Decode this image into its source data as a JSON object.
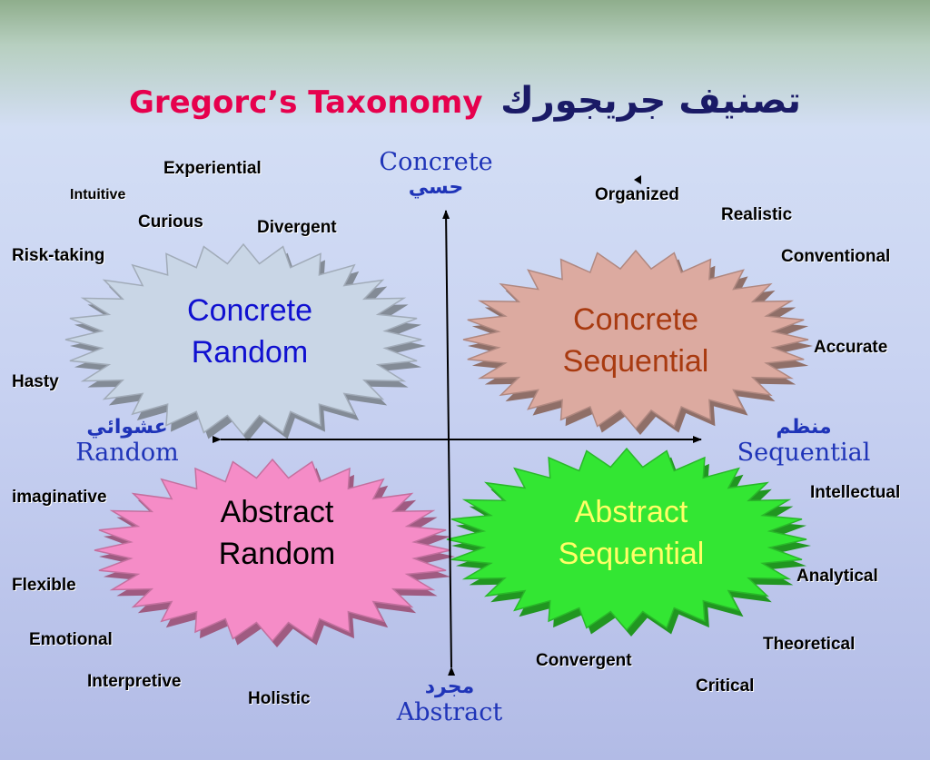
{
  "title": {
    "english": "Gregorc’s Taxonomy",
    "arabic": "تصنيف جريجورك"
  },
  "axes": {
    "top": {
      "label": "Concrete",
      "arabic": "حسي"
    },
    "bottom": {
      "label": "Abstract",
      "arabic": "مجرد"
    },
    "left": {
      "label": "Random",
      "arabic": "عشوائي"
    },
    "right": {
      "label": "Sequential",
      "arabic": "منظم"
    }
  },
  "quadrants": {
    "concrete_random": {
      "line1": "Concrete",
      "line2": "Random",
      "fill": "#c9d6e6",
      "text_color": "#1010d0"
    },
    "concrete_sequential": {
      "line1": "Concrete",
      "line2": "Sequential",
      "fill": "#dcaaa0",
      "text_color": "#a83a10"
    },
    "abstract_random": {
      "line1": "Abstract",
      "line2": "Random",
      "fill": "#f58cc7",
      "text_color": "#000000"
    },
    "abstract_sequential": {
      "line1": "Abstract",
      "line2": "Sequential",
      "fill": "#33e633",
      "text_color": "#ffff66"
    }
  },
  "traits": {
    "concrete_random": [
      "Experiential",
      "Intuitive",
      "Curious",
      "Divergent",
      "Risk-taking",
      "Hasty"
    ],
    "concrete_sequential": [
      "Organized",
      "Realistic",
      "Conventional",
      "Accurate"
    ],
    "abstract_random": [
      "imaginative",
      "Flexible",
      "Emotional",
      "Interpretive",
      "Holistic"
    ],
    "abstract_sequential": [
      "Intellectual",
      "Analytical",
      "Theoretical",
      "Convergent",
      "Critical"
    ]
  },
  "colors": {
    "title_accent": "#e6004d",
    "axis_label": "#1f34b8",
    "axis_line": "#000000"
  }
}
